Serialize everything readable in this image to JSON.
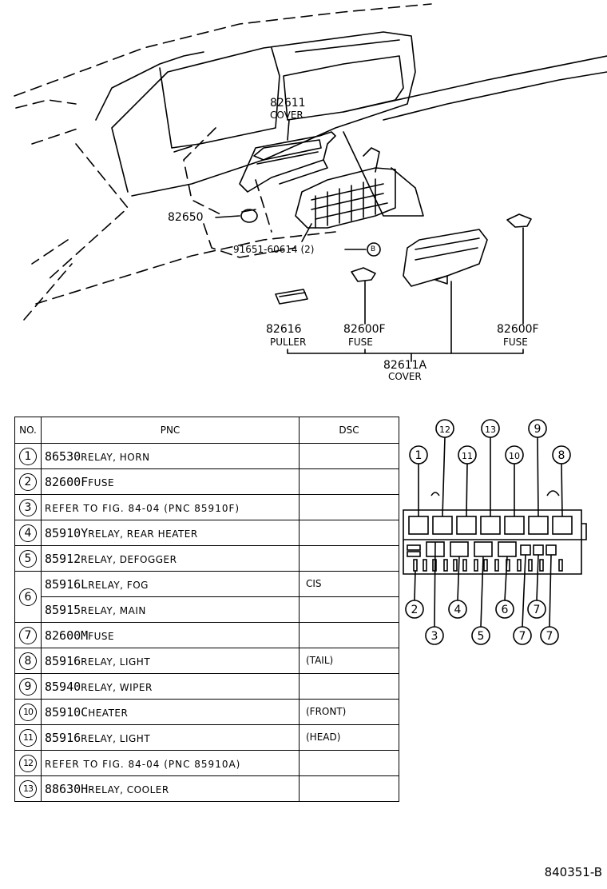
{
  "diagram": {
    "labels": {
      "cover_top_pnc": "82611",
      "cover_top_name": "COVER",
      "part_82650": "82650",
      "bolt": "91651-60614 (2)",
      "bolt_ref": "B",
      "puller_pnc": "82616",
      "puller_name": "PULLER",
      "fuse_mid_pnc": "82600F",
      "fuse_mid_name": "FUSE",
      "fuse_right_pnc": "82600F",
      "fuse_right_name": "FUSE",
      "cover_bottom_pnc": "82611A",
      "cover_bottom_name": "COVER"
    },
    "layout_callouts_top": [
      "1",
      "12",
      "11",
      "13",
      "10",
      "9",
      "8"
    ],
    "layout_callouts_bottom": [
      "2",
      "3",
      "4",
      "5",
      "6",
      "7",
      "7",
      "7"
    ]
  },
  "table": {
    "headers": {
      "no": "NO.",
      "pnc": "PNC",
      "dsc": "DSC"
    },
    "rows": [
      {
        "no": "1",
        "pnc": "86530",
        "desc": "RELAY, HORN",
        "dsc": ""
      },
      {
        "no": "2",
        "pnc": "82600F",
        "desc": "FUSE",
        "dsc": ""
      },
      {
        "no": "3",
        "pnc": "",
        "desc": "REFER TO FIG. 84-04 (PNC 85910F)",
        "dsc": ""
      },
      {
        "no": "4",
        "pnc": "85910Y",
        "desc": "RELAY, REAR HEATER",
        "dsc": ""
      },
      {
        "no": "5",
        "pnc": "85912",
        "desc": "RELAY, DEFOGGER",
        "dsc": ""
      },
      {
        "no": "6",
        "pnc": "85916L",
        "desc": "RELAY, FOG",
        "dsc": "CIS"
      },
      {
        "no": "",
        "pnc": "85915",
        "desc": "RELAY, MAIN",
        "dsc": ""
      },
      {
        "no": "7",
        "pnc": "82600M",
        "desc": "FUSE",
        "dsc": ""
      },
      {
        "no": "8",
        "pnc": "85916",
        "desc": "RELAY, LIGHT",
        "dsc": "(TAIL)"
      },
      {
        "no": "9",
        "pnc": "85940",
        "desc": "RELAY, WIPER",
        "dsc": ""
      },
      {
        "no": "10",
        "pnc": "85910C",
        "desc": "HEATER",
        "dsc": "(FRONT)"
      },
      {
        "no": "11",
        "pnc": "85916",
        "desc": "RELAY, LIGHT",
        "dsc": "(HEAD)"
      },
      {
        "no": "12",
        "pnc": "",
        "desc": "REFER TO FIG. 84-04 (PNC 85910A)",
        "dsc": ""
      },
      {
        "no": "13",
        "pnc": "88630H",
        "desc": "RELAY, COOLER",
        "dsc": ""
      }
    ]
  },
  "footer": {
    "figure_code": "840351-B"
  }
}
